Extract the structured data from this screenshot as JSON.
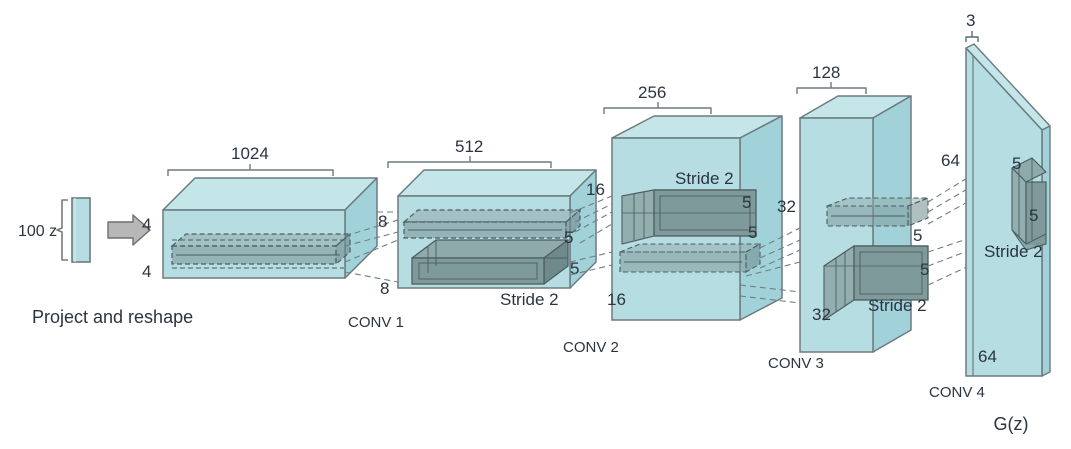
{
  "figure": {
    "title": "DCGAN generator architecture",
    "background_color": "#ffffff",
    "text_color": "#2b3440",
    "block_fill": "#b5dde2",
    "block_fill_side": "#a2d2d9",
    "block_fill_top": "#c4e6e9",
    "block_stroke": "#6b7b80",
    "kernel_fill": "#7f9a9b",
    "kernel_fill_light": "#8faaab",
    "kernel_stroke": "#4c5e61",
    "dashed_stroke": "#707e84",
    "arrow_fill": "#b7b7b7",
    "arrow_stroke": "#6e6e6e"
  },
  "input": {
    "latent_label": "100 z",
    "caption": "Project and reshape"
  },
  "output": {
    "label": "G(z)"
  },
  "stages": [
    {
      "id": "projected",
      "name": "project-and-reshape",
      "channels": "1024",
      "spatial_top": "4",
      "spatial_bottom": "4",
      "kernel_w": "",
      "kernel_h": "",
      "stride": "",
      "conv_label": ""
    },
    {
      "id": "conv1",
      "name": "conv-1",
      "channels": "512",
      "spatial_top": "8",
      "spatial_bottom": "8",
      "kernel_w": "5",
      "kernel_h": "5",
      "stride": "Stride 2",
      "conv_label": "CONV 1"
    },
    {
      "id": "conv2",
      "name": "conv-2",
      "channels": "256",
      "spatial_top": "16",
      "spatial_bottom": "16",
      "kernel_w": "5",
      "kernel_h": "5",
      "stride": "Stride 2",
      "conv_label": "CONV 2"
    },
    {
      "id": "conv3",
      "name": "conv-3",
      "channels": "128",
      "spatial_top": "32",
      "spatial_bottom": "32",
      "kernel_w": "5",
      "kernel_h": "5",
      "stride": "Stride 2",
      "conv_label": "CONV 3"
    },
    {
      "id": "conv4",
      "name": "conv-4",
      "channels": "3",
      "spatial_top": "64",
      "spatial_bottom": "64",
      "kernel_w": "5",
      "kernel_h": "5",
      "stride": "Stride 2",
      "conv_label": "CONV 4"
    }
  ]
}
